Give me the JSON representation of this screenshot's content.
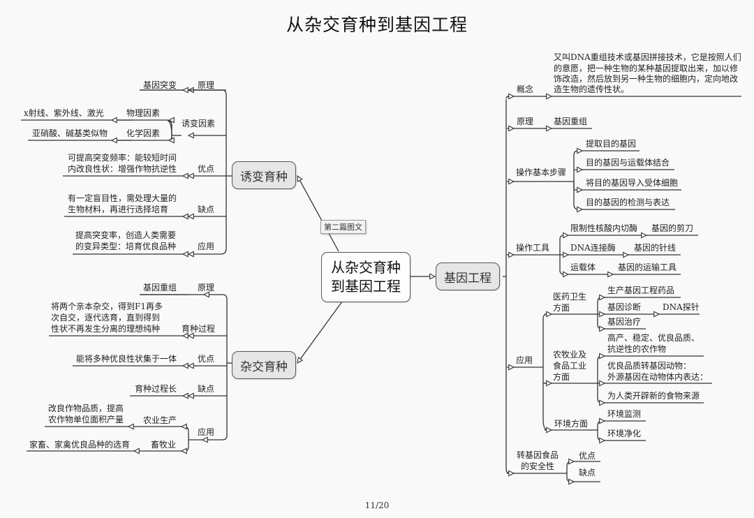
{
  "title": "从杂交育种到基因工程",
  "page_indicator": "11/20",
  "callout": "第二篇图文",
  "center": {
    "line1": "从杂交育种",
    "line2": "到基因工程"
  },
  "mutation_breeding": {
    "label": "诱变育种",
    "principle": {
      "label": "原理",
      "value": "基因突变"
    },
    "factors": {
      "label": "诱变因素",
      "physical": {
        "label": "物理因素",
        "value": "x射线、紫外线、激光"
      },
      "chemical": {
        "label": "化学因素",
        "value": "亚硝酸、碱基类似物"
      }
    },
    "advantages": {
      "label": "优点",
      "line1": "可提高突变频率：能较短时间",
      "line2": "内改良性状：增强作物抗逆性"
    },
    "disadvantages": {
      "label": "缺点",
      "line1": "有一定盲目性，需处理大量的",
      "line2": "生物材料，再进行选择培育"
    },
    "application": {
      "label": "应用",
      "line1": "提高突变率，创造人类需要",
      "line2": "的变异类型：培育优良品种"
    }
  },
  "hybrid_breeding": {
    "label": "杂交育种",
    "principle": {
      "label": "原理",
      "value": "基因重组"
    },
    "process": {
      "label": "育种过程",
      "line1": "将两个亲本杂交，得到F1再多",
      "line2": "次自交，逐代选育，直到得到",
      "line3": "性状不再发生分离的理想纯种"
    },
    "advantages": {
      "label": "优点",
      "value": "能将多种优良性状集于一体"
    },
    "disadvantages": {
      "label": "缺点",
      "value": "育种过程长"
    },
    "application": {
      "label": "应用",
      "agriculture": {
        "label": "农业生产",
        "line1": "改良作物品质，提高",
        "line2": "农作物单位面积产量"
      },
      "husbandry": {
        "label": "畜牧业",
        "value": "家畜、家禽优良品种的选育"
      }
    }
  },
  "genetic_engineering": {
    "label": "基因工程",
    "concept": {
      "label": "概念",
      "line1": "又叫DNA重组技术或基因拼接技术，它是按照人们",
      "line2": "的意愿，把一种生物的某种基因提取出来，加以修",
      "line3": "饰改造，然后放到另一种生物的细胞内，定向地改",
      "line4": "造生物的遗传性状。"
    },
    "principle": {
      "label": "原理",
      "value": "基因重组"
    },
    "steps": {
      "label": "操作基本步骤",
      "items": [
        "提取目的基因",
        "目的基因与运载体结合",
        "将目的基因导入受体细胞",
        "目的基因的检测与表达"
      ]
    },
    "tools": {
      "label": "操作工具",
      "items": [
        {
          "name": "限制性核酸内切酶",
          "role": "基因的剪刀"
        },
        {
          "name": "DNA连接酶",
          "role": "基因的针线"
        },
        {
          "name": "运载体",
          "role": "基因的运输工具"
        }
      ]
    },
    "application": {
      "label": "应用",
      "medical": {
        "line1": "医药卫生",
        "line2": "方面",
        "items": [
          "生产基因工程药品",
          "基因诊断",
          "基因治疗"
        ],
        "diagnosis_sub": "DNA探针"
      },
      "agri_food": {
        "line1": "农牧业及",
        "line2": "食品工业",
        "line3": "方面",
        "item1_line1": "高产、稳定、优良品质、",
        "item1_line2": "抗逆性的农作物",
        "item2_line1": "优良品质转基因动物：",
        "item2_line2": "外源基因在动物体内表达：",
        "item3": "为人类开辟新的食物来源"
      },
      "environment": {
        "label": "环境方面",
        "items": [
          "环境监测",
          "环境净化"
        ]
      }
    },
    "safety": {
      "line1": "转基因食品",
      "line2": "的安全性",
      "items": [
        "优点",
        "缺点"
      ]
    }
  }
}
